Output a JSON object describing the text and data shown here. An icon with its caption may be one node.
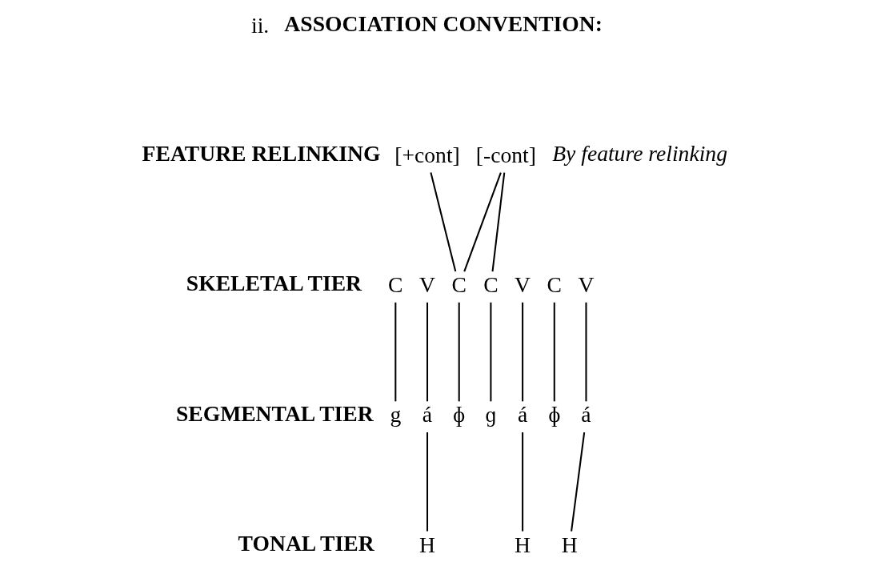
{
  "diagram": {
    "nodes": [
      {
        "text": [
          "[+cont]"
        ]
      },
      {
        "text": [
          "[-cont]"
        ]
      },
      {
        "text": [
          "C"
        ]
      },
      {
        "text": [
          "V"
        ]
      },
      {
        "text": [
          "C"
        ]
      },
      {
        "text": [
          "C"
        ]
      },
      {
        "text": [
          "V"
        ]
      },
      {
        "text": [
          "C"
        ]
      },
      {
        "text": [
          "V"
        ]
      },
      {
        "text": [
          "g"
        ]
      },
      {
        "text": [
          "á"
        ]
      },
      {
        "text": [
          "ɸ"
        ]
      },
      {
        "text": [
          "ɡ"
        ]
      },
      {
        "text": [
          "á"
        ]
      },
      {
        "text": [
          "ɸ"
        ]
      },
      {
        "text": [
          "á"
        ]
      },
      {
        "text": [
          "H"
        ]
      },
      {
        "text": [
          "H"
        ]
      },
      {
        "text": [
          "H"
        ]
      }
    ],
    "edges": [
      {
        "from": 0,
        "to": 4,
        "arrow": "none"
      },
      {
        "from": 1,
        "to": 4,
        "arrow": "none"
      },
      {
        "from": 1,
        "to": 5,
        "arrow": "none"
      },
      {
        "from": 2,
        "to": 9,
        "arrow": "none"
      },
      {
        "from": 3,
        "to": 10,
        "arrow": "none"
      },
      {
        "from": 4,
        "to": 11,
        "arrow": "none"
      },
      {
        "from": 5,
        "to": 12,
        "arrow": "none"
      },
      {
        "from": 6,
        "to": 13,
        "arrow": "none"
      },
      {
        "from": 7,
        "to": 14,
        "arrow": "none"
      },
      {
        "from": 8,
        "to": 15,
        "arrow": "none"
      },
      {
        "from": 10,
        "to": 16,
        "arrow": "none"
      },
      {
        "from": 13,
        "to": 17,
        "arrow": "none"
      },
      {
        "from": 15,
        "to": 18,
        "arrow": "none"
      }
    ],
    "labels": [
      "ii.",
      "ASSOCIATION CONVENTION:",
      "FEATURE RELINKING",
      "By feature relinking",
      "SKELETAL TIER",
      "SEGMENTAL TIER",
      "TONAL TIER"
    ]
  }
}
